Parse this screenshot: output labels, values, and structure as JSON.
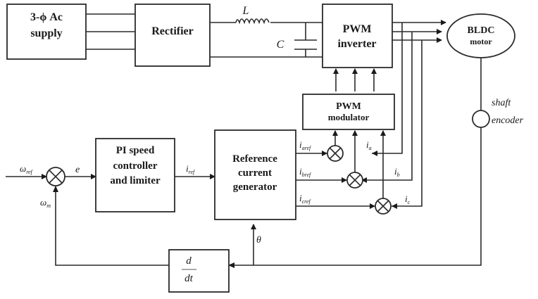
{
  "title": "BLDC motor speed control block diagram",
  "blocks": {
    "ac_supply": [
      "3-ϕ Ac",
      "supply"
    ],
    "rectifier": [
      "Rectifier"
    ],
    "pwm_inverter": [
      "PWM",
      "inverter"
    ],
    "bldc_motor": [
      "BLDC",
      "motor"
    ],
    "pwm_modulator": [
      "PWM",
      "modulator"
    ],
    "pi_controller": [
      "PI speed",
      "controller",
      "and limiter"
    ],
    "ref_current_gen": [
      "Reference",
      "current",
      "generator"
    ],
    "differentiator": {
      "numerator": "d",
      "denominator": "dt"
    }
  },
  "labels": {
    "inductor": "L",
    "capacitor": "C",
    "shaft_encoder": [
      "shaft",
      "encoder"
    ],
    "omega_ref": {
      "base": "ω",
      "sub": "ref"
    },
    "omega_m": {
      "base": "ω",
      "sub": "m"
    },
    "error": "e",
    "i_ref": {
      "base": "i",
      "sub": "ref"
    },
    "i_aref": {
      "base": "i",
      "sub": "aref"
    },
    "i_bref": {
      "base": "i",
      "sub": "bref"
    },
    "i_cref": {
      "base": "i",
      "sub": "cref"
    },
    "i_a": {
      "base": "i",
      "sub": "a"
    },
    "i_b": {
      "base": "i",
      "sub": "b"
    },
    "i_c": {
      "base": "i",
      "sub": "c"
    },
    "theta": "θ"
  }
}
